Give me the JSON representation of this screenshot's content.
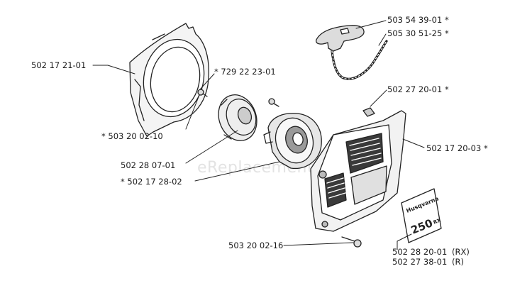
{
  "watermark": "eReplacementParts.com",
  "parts": {
    "shroud": "502 17 21-01",
    "screw_top": "* 729 22 23-01",
    "screw_left": "* 503 20 02-10",
    "pulley": "502 28 07-01",
    "spring_cassette": "* 502 17 28-02",
    "screw_bottom": "503 20 02-16",
    "handle": "503 54 39-01 *",
    "rope": "505 30 51-25 *",
    "washer": "502 27 20-01 *",
    "starter_cover": "502 17 20-03 *",
    "decal_rx": "502 28 20-01",
    "decal_rx_tag": "(RX)",
    "decal_r": "502 27 38-01",
    "decal_r_tag": "(R)"
  },
  "decal": {
    "brand": "Husqvarna",
    "model": "250",
    "suffix": "RX"
  },
  "icons": [
    "shroud-part",
    "screw-icon",
    "pulley-part",
    "spring-cassette-part",
    "starter-cover-part",
    "handle-part",
    "rope-part",
    "washer-part",
    "decal-part"
  ]
}
